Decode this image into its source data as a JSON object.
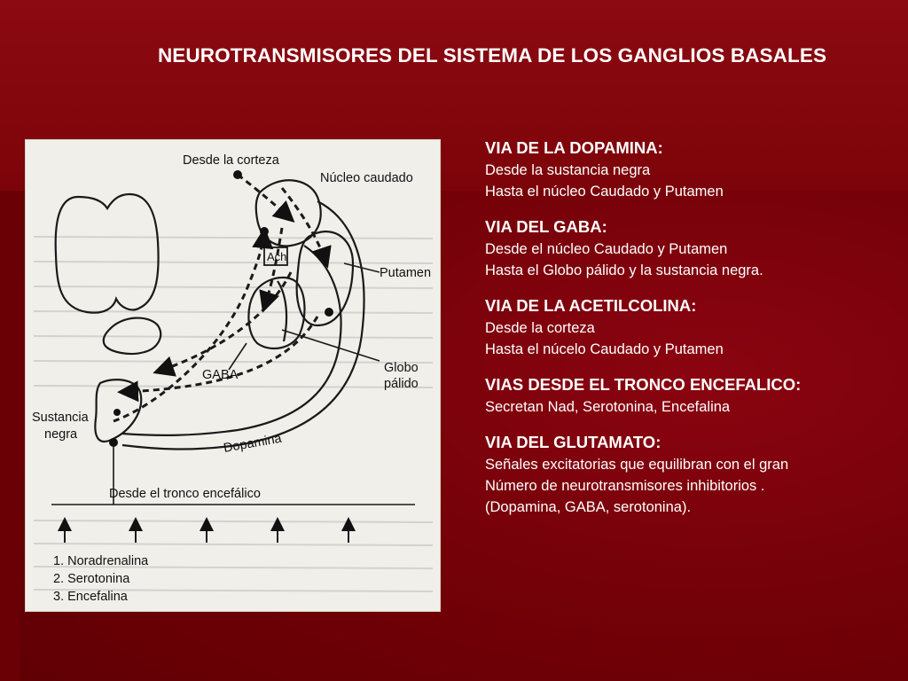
{
  "title": "NEUROTRANSMISORES DEL SISTEMA DE LOS GANGLIOS BASALES",
  "sections": [
    {
      "heading": "VIA DE LA DOPAMINA:",
      "lines": [
        "Desde la sustancia negra",
        "Hasta el núcleo Caudado y Putamen"
      ]
    },
    {
      "heading": "VIA DEL GABA:",
      "lines": [
        "Desde el núcleo Caudado y Putamen",
        "Hasta el Globo pálido y la sustancia negra."
      ]
    },
    {
      "heading": "VIA DE LA ACETILCOLINA:",
      "lines": [
        "Desde la corteza",
        "Hasta el núcelo Caudado y Putamen"
      ]
    },
    {
      "heading": "VIAS DESDE EL TRONCO ENCEFALICO:",
      "lines": [
        "Secretan Nad, Serotonina, Encefalina"
      ]
    },
    {
      "heading": "VIA DEL GLUTAMATO:",
      "lines": [
        "Señales excitatorias que equilibran con el gran",
        "Número de neurotransmisores inhibitorios .",
        "(Dopamina, GABA, serotonina)."
      ]
    }
  ],
  "figure": {
    "label_cortex": "Desde la corteza",
    "label_caudate": "Núcleo caudado",
    "label_putamen": "Putamen",
    "label_ach": "Ach",
    "label_globus_1": "Globo",
    "label_globus_2": "pálido",
    "label_gaba": "GABA",
    "label_substantia_1": "Sustancia",
    "label_substantia_2": "negra",
    "label_dopamine": "Dopamina",
    "label_brainstem": "Desde el tronco encefálico",
    "list": [
      "1. Noradrenalina",
      "2. Serotonina",
      "3. Encefalina"
    ]
  }
}
